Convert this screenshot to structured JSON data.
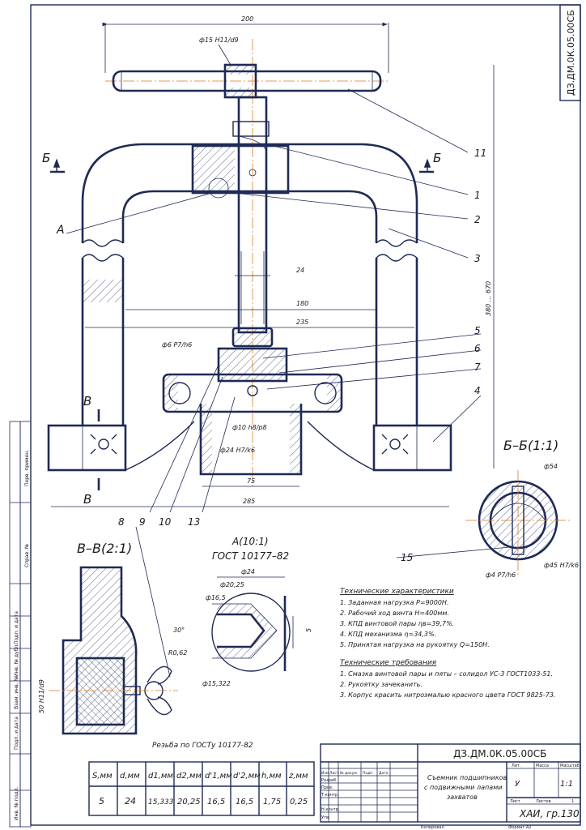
{
  "drawing": {
    "code": "ДЗ.ДМ.0К.05.00СБ",
    "code_rotated": "ДЗ.ДМ.0К.05.00СБ",
    "title_lines": [
      "Съемник подшипников",
      "с подвижными лапами",
      "захватов"
    ],
    "organization": "ХАИ, гр.130",
    "scale": "1:1",
    "litera": "У",
    "sheet_label": "Лист",
    "sheets_label": "Листов",
    "sheets_count": "1",
    "mass_label": "Масса",
    "scale_label": "Масштаб",
    "lit_label": "Лит.",
    "copied": "Копировал",
    "format": "Формат   А2"
  },
  "stamp_rows": [
    "Изм",
    "Лист",
    "№ докум.",
    "Подп.",
    "Дата"
  ],
  "stamp_roles": [
    "Разраб.",
    "Пров.",
    "Т.контр.",
    "",
    "Н.контр.",
    "Утв."
  ],
  "side_stamp": [
    "Перв. примен.",
    "Справ. №",
    "Подп. и дата",
    "Инв. № дубл.",
    "Взам. инв. №",
    "Подп. и дата",
    "Инв. № подл."
  ],
  "dimensions": {
    "top_width": "200",
    "handle_fit": "ф15 H11/d9",
    "screw_d": "24",
    "d180": "180",
    "d235": "235",
    "height": "380 ... 670",
    "d_fit_6": "ф6 P7/h6",
    "d10": "ф10 h8/p8",
    "d24_fit": "ф24 H7/k6",
    "d75": "75",
    "d285": "285",
    "side_50": "50",
    "bb_phi54": "ф54",
    "bb_phi45": "ф45 H7/k6",
    "bb_phi4": "ф4 P7/h6",
    "a_phi24": "ф24",
    "a_20_25": "ф20,25",
    "a_16_5": "ф16,5",
    "a_15_322": "ф15,322",
    "a_angle": "30°",
    "a_r": "R0,62",
    "a_s": "5",
    "vv_fit": "50 H11/d9"
  },
  "callouts": [
    "1",
    "2",
    "3",
    "4",
    "5",
    "6",
    "7",
    "8",
    "9",
    "10",
    "11",
    "13",
    "15"
  ],
  "section_labels": {
    "b_left": "Б",
    "b_right": "Б",
    "v_top": "В",
    "v_bottom": "В",
    "a_mark": "А",
    "bb_title": "Б–Б(1:1)",
    "vv_title": "В–В(2:1)",
    "a_title": "А(10:1)",
    "a_gost": "ГОСТ 10177–82"
  },
  "tech_characteristics": {
    "heading": "Технические характеристики",
    "items": [
      "1. Заданная нагрузка Р=9000Н.",
      "2. Рабочий ход винта Н=400мм.",
      "3. КПД винтовой пары ηв=39,7%.",
      "4. КПД механизма η=34,3%.",
      "5. Принятая нагрузка на рукоятку Q=150Н."
    ]
  },
  "tech_requirements": {
    "heading": "Технические требования",
    "items": [
      "1. Смазка винтовой пары и пяты – солидол УС-3 ГОСТ1033-51.",
      "2. Рукоятку зачеканить.",
      "3. Корпус красить нитроэмалью красного цвета ГОСТ 9825-73."
    ]
  },
  "thread_note": "Резьба по ГОСТу 10177-82",
  "thread_table": {
    "headers": [
      "S,мм",
      "d,мм",
      "d1,мм",
      "d2,мм",
      "d'1,мм",
      "d'2,мм",
      "h,мм",
      "z,мм"
    ],
    "values": [
      "5",
      "24",
      "15,333",
      "20,25",
      "16,5",
      "16,5",
      "1,75",
      "0,25"
    ]
  }
}
